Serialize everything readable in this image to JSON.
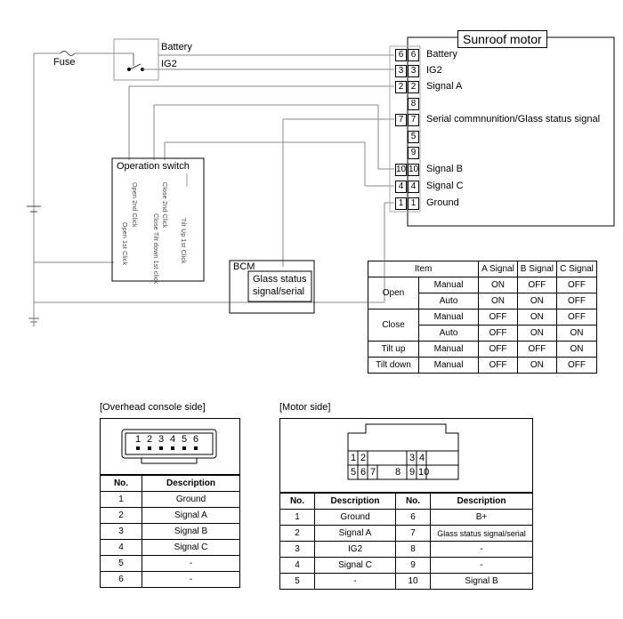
{
  "schematic": {
    "fuse_label": "Fuse",
    "relay_battery_label": "Battery",
    "relay_ig2_label": "IG2",
    "operation_switch_title": "Operation switch",
    "switch_labels": [
      "Open 2nd Click",
      "Close 2nd Click",
      "Open 1st Click",
      "Close Tilt down 1st click",
      "Tilt Up 1st Click"
    ],
    "bcm_title": "BCM",
    "bcm_line1": "Glass status",
    "bcm_line2": "signal/serial",
    "motor_title": "Sunroof motor",
    "motor_pins": [
      {
        "left": "6",
        "right": "6",
        "label": "Battery"
      },
      {
        "left": "3",
        "right": "3",
        "label": "IG2"
      },
      {
        "left": "2",
        "right": "2",
        "label": "Signal A"
      },
      {
        "left": "",
        "right": "8",
        "label": ""
      },
      {
        "left": "7",
        "right": "7",
        "label": "Serial commnunition/Glass status signal"
      },
      {
        "left": "",
        "right": "5",
        "label": ""
      },
      {
        "left": "",
        "right": "9",
        "label": ""
      },
      {
        "left": "10",
        "right": "10",
        "label": "Signal B"
      },
      {
        "left": "4",
        "right": "4",
        "label": "Signal C"
      },
      {
        "left": "1",
        "right": "1",
        "label": "Ground"
      }
    ]
  },
  "mode_table": {
    "headers": {
      "item": "Item",
      "a": "A Signal",
      "b": "B Signal",
      "c": "C Signal"
    },
    "rows": [
      {
        "item": "Open",
        "mode": "Manual",
        "a": "ON",
        "b": "OFF",
        "c": "OFF"
      },
      {
        "item": "",
        "mode": "Auto",
        "a": "ON",
        "b": "ON",
        "c": "OFF"
      },
      {
        "item": "Close",
        "mode": "Manual",
        "a": "OFF",
        "b": "ON",
        "c": "OFF"
      },
      {
        "item": "",
        "mode": "Auto",
        "a": "OFF",
        "b": "ON",
        "c": "ON"
      },
      {
        "item": "Tilt up",
        "mode": "Manual",
        "a": "OFF",
        "b": "OFF",
        "c": "ON"
      },
      {
        "item": "Tilt down",
        "mode": "Manual",
        "a": "OFF",
        "b": "ON",
        "c": "OFF"
      }
    ]
  },
  "overhead": {
    "title": "[Overhead console side]",
    "pin_numbers": [
      "1",
      "2",
      "3",
      "4",
      "5",
      "6"
    ],
    "headers": {
      "no": "No.",
      "desc": "Description"
    },
    "rows": [
      {
        "no": "1",
        "desc": "Ground"
      },
      {
        "no": "2",
        "desc": "Signal A"
      },
      {
        "no": "3",
        "desc": "Signal B"
      },
      {
        "no": "4",
        "desc": "Signal C"
      },
      {
        "no": "5",
        "desc": "-"
      },
      {
        "no": "6",
        "desc": "-"
      }
    ]
  },
  "motor_side": {
    "title": "[Motor side]",
    "top_pins": [
      "1",
      "2",
      "",
      "3",
      "4"
    ],
    "bottom_pins": [
      "5",
      "6",
      "7",
      "8",
      "9",
      "10"
    ],
    "headers": {
      "no": "No.",
      "desc": "Description",
      "no2": "No.",
      "desc2": "Description"
    },
    "rows": [
      {
        "no": "1",
        "desc": "Ground",
        "no2": "6",
        "desc2": "B+"
      },
      {
        "no": "2",
        "desc": "Signal A",
        "no2": "7",
        "desc2": "Glass status signal/serial"
      },
      {
        "no": "3",
        "desc": "IG2",
        "no2": "8",
        "desc2": "-"
      },
      {
        "no": "4",
        "desc": "Signal C",
        "no2": "9",
        "desc2": "-"
      },
      {
        "no": "5",
        "desc": "-",
        "no2": "10",
        "desc2": "Signal B"
      }
    ]
  }
}
